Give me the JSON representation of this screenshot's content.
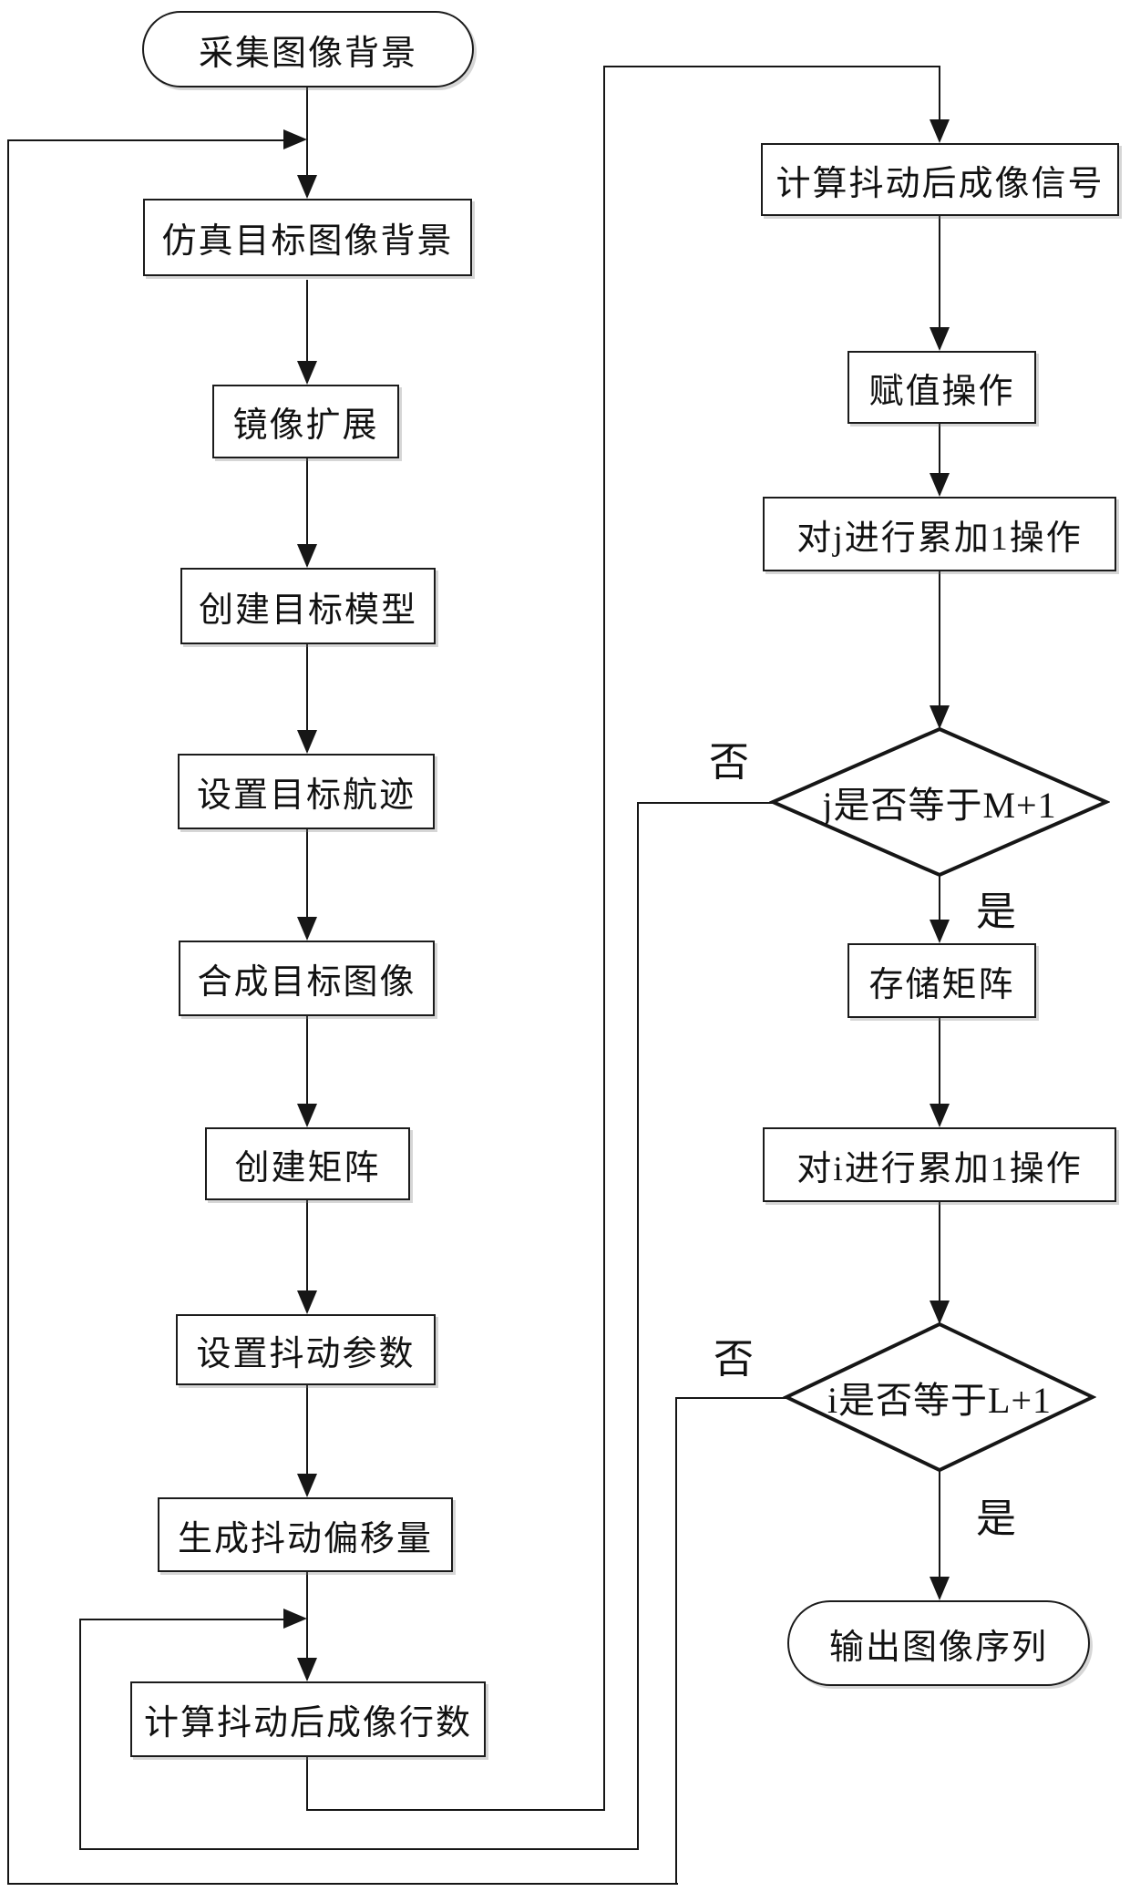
{
  "diagram": {
    "kind": "flowchart",
    "language": "zh-CN",
    "colors": {
      "line": "#161616",
      "node_bg": "#ffffff",
      "page_bg": "#ffffff"
    },
    "nodes": {
      "start": "采集图像背景",
      "sim_bg": "仿真目标图像背景",
      "mirror": "镜像扩展",
      "model": "创建目标模型",
      "track": "设置目标航迹",
      "synth": "合成目标图像",
      "matrix": "创建矩阵",
      "jitter": "设置抖动参数",
      "offset": "生成抖动偏移量",
      "calc_rows": "计算抖动后成像行数",
      "calc_signal": "计算抖动后成像信号",
      "assign": "赋值操作",
      "inc_j": "对j进行累加1操作",
      "check_j": "j是否等于M+1",
      "store": "存储矩阵",
      "inc_i": "对i进行累加1操作",
      "check_i": "i是否等于L+1",
      "output": "输出图像序列"
    },
    "branch_labels": {
      "yes": "是",
      "no": "否"
    }
  }
}
